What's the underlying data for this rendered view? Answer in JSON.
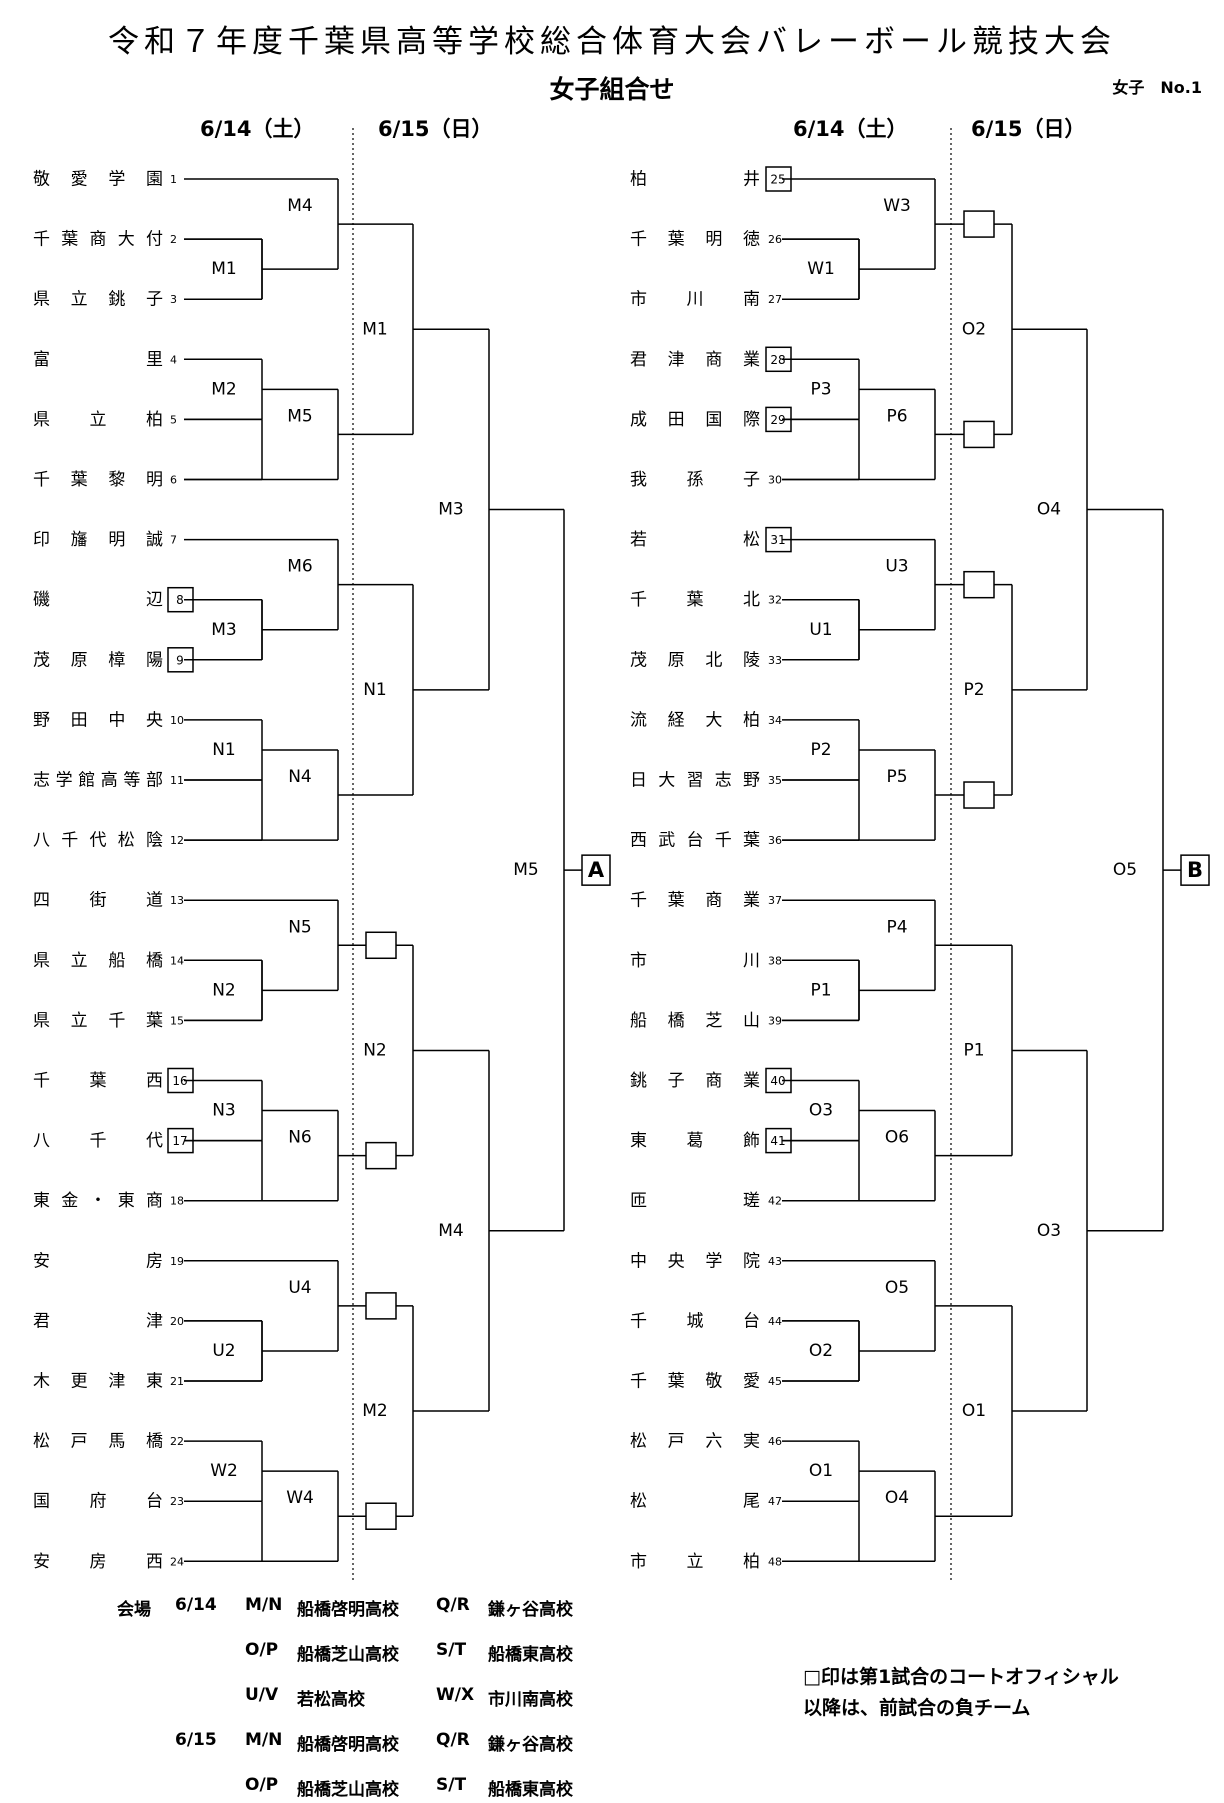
{
  "header": {
    "title": "令和７年度千葉県高等学校総合体育大会バレーボール競技大会",
    "subtitle": "女子組合せ",
    "sheet_label": "女子　No.1"
  },
  "dates": {
    "day1": "6/14（土）",
    "day2": "6/15（日）"
  },
  "left_teams": [
    {
      "name": "敬愛学園",
      "seed": "1",
      "boxed": false
    },
    {
      "name": "千葉商大付",
      "seed": "2",
      "boxed": false
    },
    {
      "name": "県立銚子",
      "seed": "3",
      "boxed": false
    },
    {
      "name": "富里",
      "seed": "4",
      "boxed": false
    },
    {
      "name": "県立柏",
      "seed": "5",
      "boxed": false
    },
    {
      "name": "千葉黎明",
      "seed": "6",
      "boxed": false
    },
    {
      "name": "印旛明誠",
      "seed": "7",
      "boxed": false
    },
    {
      "name": "磯辺",
      "seed": "8",
      "boxed": true
    },
    {
      "name": "茂原樟陽",
      "seed": "9",
      "boxed": true
    },
    {
      "name": "野田中央",
      "seed": "10",
      "boxed": false
    },
    {
      "name": "志学館高等部",
      "seed": "11",
      "boxed": false
    },
    {
      "name": "八千代松陰",
      "seed": "12",
      "boxed": false
    },
    {
      "name": "四街道",
      "seed": "13",
      "boxed": false
    },
    {
      "name": "県立船橋",
      "seed": "14",
      "boxed": false
    },
    {
      "name": "県立千葉",
      "seed": "15",
      "boxed": false
    },
    {
      "name": "千葉西",
      "seed": "16",
      "boxed": true
    },
    {
      "name": "八千代",
      "seed": "17",
      "boxed": true
    },
    {
      "name": "東金・東商",
      "seed": "18",
      "boxed": false
    },
    {
      "name": "安房",
      "seed": "19",
      "boxed": false
    },
    {
      "name": "君津",
      "seed": "20",
      "boxed": false
    },
    {
      "name": "木更津東",
      "seed": "21",
      "boxed": false
    },
    {
      "name": "松戸馬橋",
      "seed": "22",
      "boxed": false
    },
    {
      "name": "国府台",
      "seed": "23",
      "boxed": false
    },
    {
      "name": "安房西",
      "seed": "24",
      "boxed": false
    }
  ],
  "right_teams": [
    {
      "name": "柏井",
      "seed": "25",
      "boxed": true
    },
    {
      "name": "千葉明徳",
      "seed": "26",
      "boxed": false
    },
    {
      "name": "市川南",
      "seed": "27",
      "boxed": false
    },
    {
      "name": "君津商業",
      "seed": "28",
      "boxed": true
    },
    {
      "name": "成田国際",
      "seed": "29",
      "boxed": true
    },
    {
      "name": "我孫子",
      "seed": "30",
      "boxed": false
    },
    {
      "name": "若松",
      "seed": "31",
      "boxed": true
    },
    {
      "name": "千葉北",
      "seed": "32",
      "boxed": false
    },
    {
      "name": "茂原北陵",
      "seed": "33",
      "boxed": false
    },
    {
      "name": "流経大柏",
      "seed": "34",
      "boxed": false
    },
    {
      "name": "日大習志野",
      "seed": "35",
      "boxed": false
    },
    {
      "name": "西武台千葉",
      "seed": "36",
      "boxed": false
    },
    {
      "name": "千葉商業",
      "seed": "37",
      "boxed": false
    },
    {
      "name": "市川",
      "seed": "38",
      "boxed": false
    },
    {
      "name": "船橋芝山",
      "seed": "39",
      "boxed": false
    },
    {
      "name": "銚子商業",
      "seed": "40",
      "boxed": true
    },
    {
      "name": "東葛飾",
      "seed": "41",
      "boxed": true
    },
    {
      "name": "匝瑳",
      "seed": "42",
      "boxed": false
    },
    {
      "name": "中央学院",
      "seed": "43",
      "boxed": false
    },
    {
      "name": "千城台",
      "seed": "44",
      "boxed": false
    },
    {
      "name": "千葉敬愛",
      "seed": "45",
      "boxed": false
    },
    {
      "name": "松戸六実",
      "seed": "46",
      "boxed": false
    },
    {
      "name": "松尾",
      "seed": "47",
      "boxed": false
    },
    {
      "name": "市立柏",
      "seed": "48",
      "boxed": false
    }
  ],
  "left_labels": {
    "r1": [
      "M1",
      "M2",
      "M3",
      "N1",
      "N2",
      "N3",
      "U2",
      "W2"
    ],
    "r2": [
      "M4",
      "M5",
      "M6",
      "N4",
      "N5",
      "N6",
      "U4",
      "W4"
    ],
    "r3": [
      "M1",
      "N1",
      "N2",
      "M2"
    ],
    "r4": [
      "M3",
      "M4"
    ],
    "r5": "M5",
    "final": "A"
  },
  "right_labels": {
    "r1": [
      "W1",
      "P3",
      "U1",
      "P2",
      "P1",
      "O3",
      "O2",
      "O1"
    ],
    "r2": [
      "W3",
      "P6",
      "U3",
      "P5",
      "P4",
      "O6",
      "O5",
      "O4"
    ],
    "r3": [
      "O2",
      "P2",
      "P1",
      "O1"
    ],
    "r4": [
      "O4",
      "O3"
    ],
    "r5": "O5",
    "final": "B"
  },
  "venue": {
    "label": "会場",
    "rows": [
      {
        "date": "6/14",
        "c1": "M/N",
        "v1": "船橋啓明高校",
        "c2": "Q/R",
        "v2": "鎌ヶ谷高校"
      },
      {
        "date": "",
        "c1": "O/P",
        "v1": "船橋芝山高校",
        "c2": "S/T",
        "v2": "船橋東高校"
      },
      {
        "date": "",
        "c1": "U/V",
        "v1": "若松高校",
        "c2": "W/X",
        "v2": "市川南高校"
      },
      {
        "date": "6/15",
        "c1": "M/N",
        "v1": "船橋啓明高校",
        "c2": "Q/R",
        "v2": "鎌ヶ谷高校"
      },
      {
        "date": "",
        "c1": "O/P",
        "v1": "船橋芝山高校",
        "c2": "S/T",
        "v2": "船橋東高校"
      }
    ]
  },
  "note": {
    "line1": "□印は第1試合のコートオフィシャル",
    "line2": "以降は、前試合の負チーム"
  }
}
